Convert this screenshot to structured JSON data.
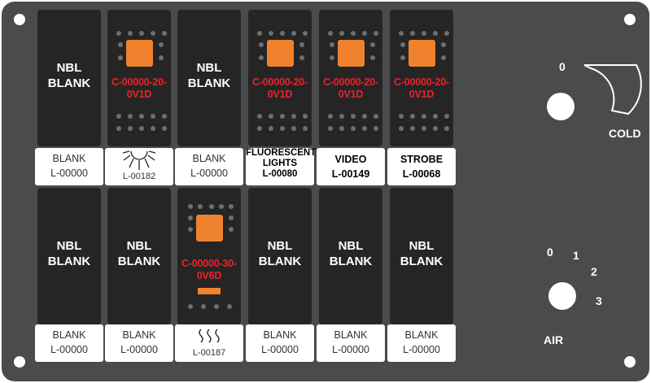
{
  "panel": {
    "top_row": [
      {
        "type": "blank",
        "name_line1": "NBL",
        "name_line2": "BLANK",
        "label_line1": "BLANK",
        "label_line2": "L-00000"
      },
      {
        "type": "lit",
        "part_line1": "C-00000-20-",
        "part_line2": "0V1D",
        "label_icon": "light-icon",
        "label_line2": "L-00182"
      },
      {
        "type": "blank",
        "name_line1": "NBL",
        "name_line2": "BLANK",
        "label_line1": "BLANK",
        "label_line2": "L-00000"
      },
      {
        "type": "lit",
        "part_line1": "C-00000-20-",
        "part_line2": "0V1D",
        "label_line1": "FLUORESCENT",
        "label_line2": "LIGHTS",
        "label_line3": "L-00080"
      },
      {
        "type": "lit",
        "part_line1": "C-00000-20-",
        "part_line2": "0V1D",
        "label_line1": "VIDEO",
        "label_line2": "L-00149"
      },
      {
        "type": "lit",
        "part_line1": "C-00000-20-",
        "part_line2": "0V1D",
        "label_line1": "STROBE",
        "label_line2": "L-00068"
      }
    ],
    "bottom_row": [
      {
        "type": "blank",
        "name_line1": "NBL",
        "name_line2": "BLANK",
        "label_line1": "BLANK",
        "label_line2": "L-00000"
      },
      {
        "type": "blank",
        "name_line1": "NBL",
        "name_line2": "BLANK",
        "label_line1": "BLANK",
        "label_line2": "L-00000"
      },
      {
        "type": "lit",
        "part_line1": "C-00000-30-",
        "part_line2": "0V6D",
        "label_icon": "heat-icon",
        "label_line2": "L-00187"
      },
      {
        "type": "blank",
        "name_line1": "NBL",
        "name_line2": "BLANK",
        "label_line1": "BLANK",
        "label_line2": "L-00000"
      },
      {
        "type": "blank",
        "name_line1": "NBL",
        "name_line2": "BLANK",
        "label_line1": "BLANK",
        "label_line2": "L-00000"
      },
      {
        "type": "blank",
        "name_line1": "NBL",
        "name_line2": "BLANK",
        "label_line1": "BLANK",
        "label_line2": "L-00000"
      }
    ],
    "temp_knob": {
      "zero": "0",
      "label": "COLD"
    },
    "air_knob": {
      "pos0": "0",
      "pos1": "1",
      "pos2": "2",
      "pos3": "3",
      "label": "AIR"
    },
    "colors": {
      "panel": "#4a4b4d",
      "switch": "#252526",
      "lamp": "#f0822e",
      "part_text": "#e8242a"
    }
  }
}
